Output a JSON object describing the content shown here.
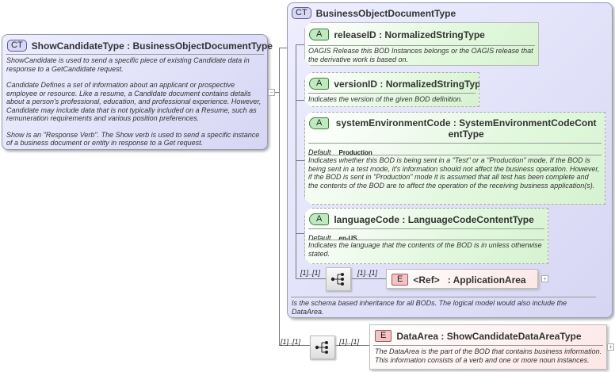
{
  "main_type": {
    "badge": "CT",
    "title": "ShowCandidateType : BusinessObjectDocumentType",
    "description": [
      "ShowCandidate is used to send a specific piece of existing Candidate data in response to a GetCandidate request.",
      "Candidate  Defines a set of information about an applicant or prospective employee or resource. Like a resume, a Candidate document contains details about a person's professional, education, and professional experience. However, Candidate may include data that is not typically included on a Resume, such as remuneration requirements and various position preferences.",
      "Show is an \"Response Verb\". The Show verb is used to send a specific instance of a business document or entity in response to a Get request."
    ],
    "collapse_symbol": "−"
  },
  "base_type": {
    "badge": "CT",
    "title": "BusinessObjectDocumentType",
    "description": "Is the schema based inheritance for all BODs. The logical model would also include the DataArea.",
    "attributes": [
      {
        "badge": "A",
        "name": "releaseID",
        "type": "NormalizedStringType",
        "description": "OAGIS Release this BOD Instances belongs or the OAGIS release that the derivative work is based on."
      },
      {
        "badge": "A",
        "name": "versionID",
        "type": "NormalizedStringType",
        "description": "Indicates the version of the given BOD definition."
      },
      {
        "badge": "A",
        "name": "systemEnvironmentCode",
        "type": "SystemEnvironmentCodeContentType",
        "default_label": "Default",
        "default_value": "Production",
        "description": "Indicates whether this BOD is being sent in a \"Test\" or a \"Production\" mode. If the BOD is being sent in a test mode, it's information should not affect the business operation. However, if the BOD is sent in \"Production\" mode it is assumed that all test has been complete and the contents of the BOD are to affect the operation of the receiving business application(s)."
      },
      {
        "badge": "A",
        "name": "languageCode",
        "type": "LanguageCodeContentType",
        "default_label": "Default",
        "default_value": "en-US",
        "description": "Indicates the language that the contents of the BOD is in unless otherwise stated."
      }
    ],
    "sequence": {
      "multiplicity_in": "[1]..[1]",
      "multiplicity_out": "[1]..[1]",
      "element": {
        "badge": "E",
        "name": "<Ref>",
        "type": ": ApplicationArea",
        "expand_symbol": "+"
      }
    }
  },
  "data_sequence": {
    "multiplicity_in": "[1]..[1]",
    "multiplicity_out": "[1]..[1]",
    "element": {
      "badge": "E",
      "title": "DataArea : ShowCandidateDataAreaType",
      "description": "The DataArea is the part of the BOD that contains business information. This information consists of a verb and one or more noun instances.",
      "expand_symbol": "+"
    }
  },
  "colors": {
    "complex_type": "#dcdcf8",
    "attribute": "#dff5da",
    "element": "#fde4e4"
  }
}
